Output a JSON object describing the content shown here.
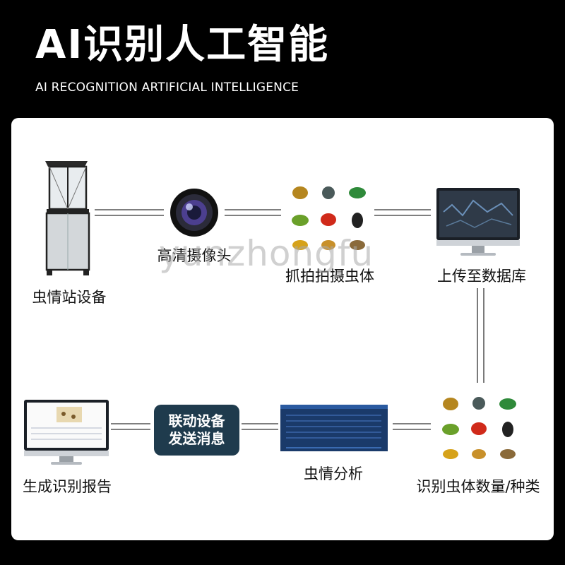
{
  "header": {
    "title": "AI识别人工智能",
    "subtitle": "AI RECOGNITION ARTIFICIAL INTELLIGENCE"
  },
  "nodes": {
    "station": "虫情站设备",
    "camera": "高清摄像头",
    "capture": "抓拍拍摄虫体",
    "upload": "上传至数据库",
    "identify": "识别虫体数量/种类",
    "analysis": "虫情分析",
    "report": "生成识别报告"
  },
  "badge": {
    "line1": "联动设备",
    "line2": "发送消息"
  },
  "watermark": "yunzhongfu",
  "colors": {
    "background": "#000000",
    "panel": "#ffffff",
    "badge": "#1f3b4d",
    "connector": "#333333"
  }
}
